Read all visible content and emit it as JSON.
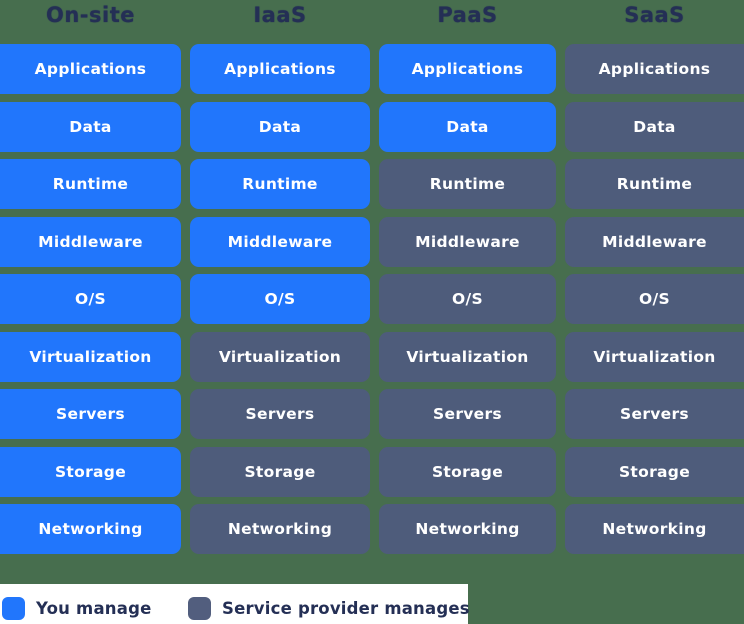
{
  "colors": {
    "you_manage_blue": "#2176FC",
    "provider_manages_slate": "#4E5C7B",
    "background_green": "#476E4E",
    "heading_text_navy": "#242F55",
    "cell_text": "#FFFFFF",
    "legend_panel": "#FFFFFF"
  },
  "columns": [
    {
      "header": "On-site",
      "cells": [
        {
          "label": "Applications",
          "managed_by": "you"
        },
        {
          "label": "Data",
          "managed_by": "you"
        },
        {
          "label": "Runtime",
          "managed_by": "you"
        },
        {
          "label": "Middleware",
          "managed_by": "you"
        },
        {
          "label": "O/S",
          "managed_by": "you"
        },
        {
          "label": "Virtualization",
          "managed_by": "you"
        },
        {
          "label": "Servers",
          "managed_by": "you"
        },
        {
          "label": "Storage",
          "managed_by": "you"
        },
        {
          "label": "Networking",
          "managed_by": "you"
        }
      ]
    },
    {
      "header": "IaaS",
      "cells": [
        {
          "label": "Applications",
          "managed_by": "you"
        },
        {
          "label": "Data",
          "managed_by": "you"
        },
        {
          "label": "Runtime",
          "managed_by": "you"
        },
        {
          "label": "Middleware",
          "managed_by": "you"
        },
        {
          "label": "O/S",
          "managed_by": "you"
        },
        {
          "label": "Virtualization",
          "managed_by": "provider"
        },
        {
          "label": "Servers",
          "managed_by": "provider"
        },
        {
          "label": "Storage",
          "managed_by": "provider"
        },
        {
          "label": "Networking",
          "managed_by": "provider"
        }
      ]
    },
    {
      "header": "PaaS",
      "cells": [
        {
          "label": "Applications",
          "managed_by": "you"
        },
        {
          "label": "Data",
          "managed_by": "you"
        },
        {
          "label": "Runtime",
          "managed_by": "provider"
        },
        {
          "label": "Middleware",
          "managed_by": "provider"
        },
        {
          "label": "O/S",
          "managed_by": "provider"
        },
        {
          "label": "Virtualization",
          "managed_by": "provider"
        },
        {
          "label": "Servers",
          "managed_by": "provider"
        },
        {
          "label": "Storage",
          "managed_by": "provider"
        },
        {
          "label": "Networking",
          "managed_by": "provider"
        }
      ]
    },
    {
      "header": "SaaS",
      "cells": [
        {
          "label": "Applications",
          "managed_by": "provider"
        },
        {
          "label": "Data",
          "managed_by": "provider"
        },
        {
          "label": "Runtime",
          "managed_by": "provider"
        },
        {
          "label": "Middleware",
          "managed_by": "provider"
        },
        {
          "label": "O/S",
          "managed_by": "provider"
        },
        {
          "label": "Virtualization",
          "managed_by": "provider"
        },
        {
          "label": "Servers",
          "managed_by": "provider"
        },
        {
          "label": "Storage",
          "managed_by": "provider"
        },
        {
          "label": "Networking",
          "managed_by": "provider"
        }
      ]
    }
  ],
  "legend": [
    {
      "label": "You manage",
      "managed_by": "you"
    },
    {
      "label": "Service provider manages",
      "managed_by": "provider"
    }
  ],
  "chart_data": {
    "type": "table",
    "columns": [
      "On-site",
      "IaaS",
      "PaaS",
      "SaaS"
    ],
    "rows": [
      "Applications",
      "Data",
      "Runtime",
      "Middleware",
      "O/S",
      "Virtualization",
      "Servers",
      "Storage",
      "Networking"
    ],
    "values": [
      [
        "you",
        "you",
        "you",
        "provider"
      ],
      [
        "you",
        "you",
        "you",
        "provider"
      ],
      [
        "you",
        "you",
        "provider",
        "provider"
      ],
      [
        "you",
        "you",
        "provider",
        "provider"
      ],
      [
        "you",
        "you",
        "provider",
        "provider"
      ],
      [
        "you",
        "provider",
        "provider",
        "provider"
      ],
      [
        "you",
        "provider",
        "provider",
        "provider"
      ],
      [
        "you",
        "provider",
        "provider",
        "provider"
      ],
      [
        "you",
        "provider",
        "provider",
        "provider"
      ]
    ],
    "legend": [
      "You manage",
      "Service provider manages"
    ],
    "legend_position": "bottom-left",
    "grid": false
  }
}
